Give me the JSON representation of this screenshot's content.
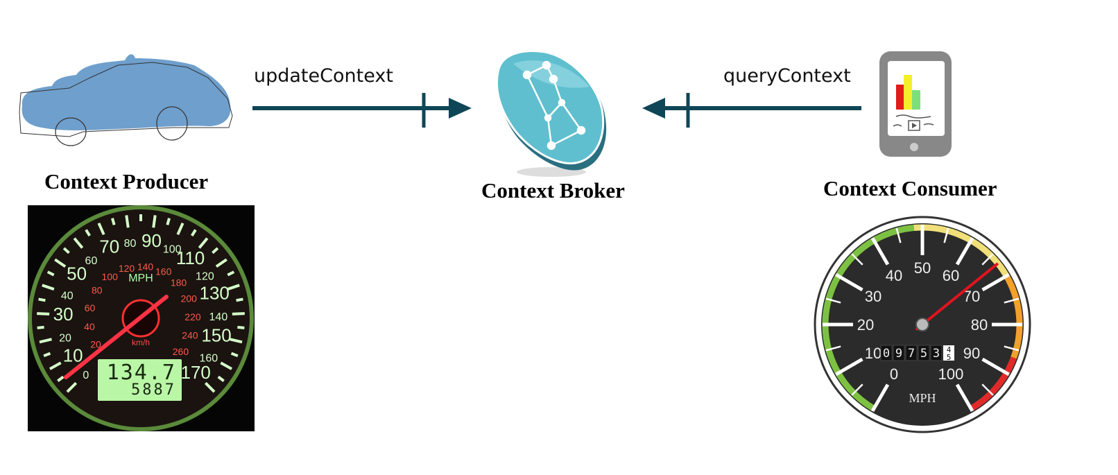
{
  "diagram": {
    "nodes": {
      "producer": {
        "label": "Context Producer",
        "icon": "car-icon"
      },
      "broker": {
        "label": "Context Broker",
        "icon": "orion-broker-icon"
      },
      "consumer": {
        "label": "Context Consumer",
        "icon": "tablet-icon"
      }
    },
    "edges": [
      {
        "from": "producer",
        "to": "broker",
        "label": "updateContext"
      },
      {
        "from": "consumer",
        "to": "broker",
        "label": "queryContext"
      }
    ],
    "colors": {
      "arrow": "#0f4657",
      "car_fill": "#6f9fcc",
      "broker": "#5fbfcf"
    }
  },
  "producer_gauge": {
    "unit_primary": "MPH",
    "unit_secondary": "km/h",
    "mph_ticks": [
      "0",
      "10",
      "20",
      "30",
      "40",
      "50",
      "60",
      "70",
      "80",
      "90",
      "100",
      "110",
      "120",
      "130",
      "140",
      "150",
      "160",
      "170"
    ],
    "kmh_ticks": [
      "20",
      "40",
      "60",
      "80",
      "100",
      "120",
      "140",
      "160",
      "180",
      "200",
      "220",
      "240",
      "260"
    ],
    "lcd_speed": "134.7",
    "lcd_odometer": "5887"
  },
  "consumer_gauge": {
    "unit": "MPH",
    "ticks": [
      "0",
      "10",
      "20",
      "30",
      "40",
      "50",
      "60",
      "70",
      "80",
      "90",
      "100"
    ],
    "odometer": [
      "0",
      "9",
      "7",
      "5",
      "3"
    ],
    "odometer_last_top": "4",
    "odometer_last_bottom": "5",
    "speed_mph": 67
  }
}
